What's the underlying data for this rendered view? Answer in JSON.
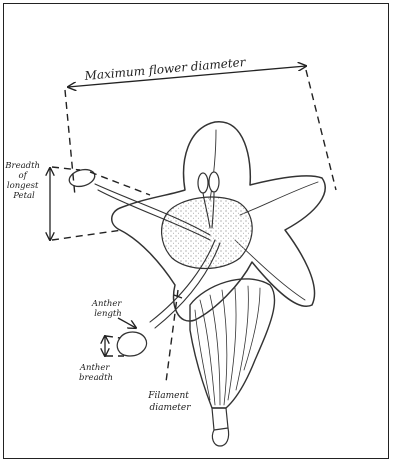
{
  "labels": {
    "max_diameter": "Maximum flower diameter",
    "breadth_longest_petal": [
      "Breadth",
      "of",
      "longest",
      "Petal"
    ],
    "anther_length": [
      "Anther",
      "length"
    ],
    "anther_breadth": [
      "Anther",
      "breadth"
    ],
    "filament_diameter": [
      "Filament",
      "diameter"
    ]
  }
}
